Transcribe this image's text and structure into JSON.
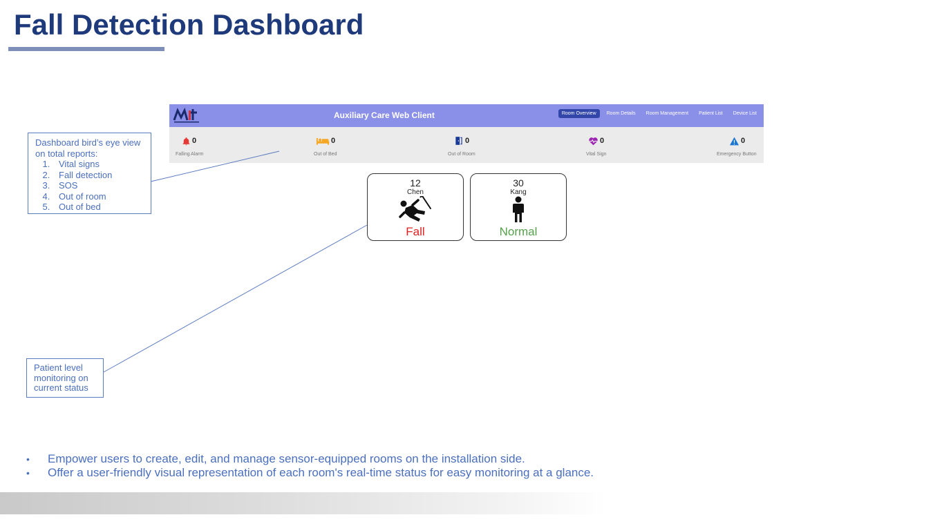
{
  "slide": {
    "title": "Fall Detection Dashboard"
  },
  "app": {
    "title": "Auxiliary Care Web Client",
    "logo": "MIT logo",
    "nav": [
      {
        "label": "Room Overview",
        "active": true
      },
      {
        "label": "Room Details",
        "active": false
      },
      {
        "label": "Room Management",
        "active": false
      },
      {
        "label": "Patient List",
        "active": false
      },
      {
        "label": "Device List",
        "active": false
      }
    ],
    "stats": [
      {
        "icon": "bell-icon",
        "color": "#e53935",
        "count": "0",
        "label": "Falling Alarm"
      },
      {
        "icon": "bed-icon",
        "color": "#f5a623",
        "count": "0",
        "label": "Out of Bed"
      },
      {
        "icon": "door-icon",
        "color": "#1a3a9a",
        "count": "0",
        "label": "Out of Room"
      },
      {
        "icon": "heart-pulse-icon",
        "color": "#9c27b0",
        "count": "0",
        "label": "Vital Sign"
      },
      {
        "icon": "warning-icon",
        "color": "#1976d2",
        "count": "0",
        "label": "Emergency Button"
      }
    ],
    "rooms": [
      {
        "number": "12",
        "name": "Chen",
        "status": "Fall",
        "status_color": "#e02020",
        "icon": "person-falling-icon"
      },
      {
        "number": "30",
        "name": "Kang",
        "status": "Normal",
        "status_color": "#55a04a",
        "icon": "person-standing-icon"
      }
    ]
  },
  "callouts": {
    "overview": {
      "intro": "Dashboard bird’s eye view on total reports:",
      "items": [
        "Vital signs",
        "Fall detection",
        "SOS",
        "Out of room",
        "Out of bed"
      ]
    },
    "patient": {
      "text": "Patient level monitoring on current status"
    }
  },
  "bullets": [
    "Empower users to create, edit, and manage sensor-equipped rooms on the installation side.",
    "Offer a user-friendly visual representation of each room's real-time status for easy monitoring at a glance."
  ]
}
